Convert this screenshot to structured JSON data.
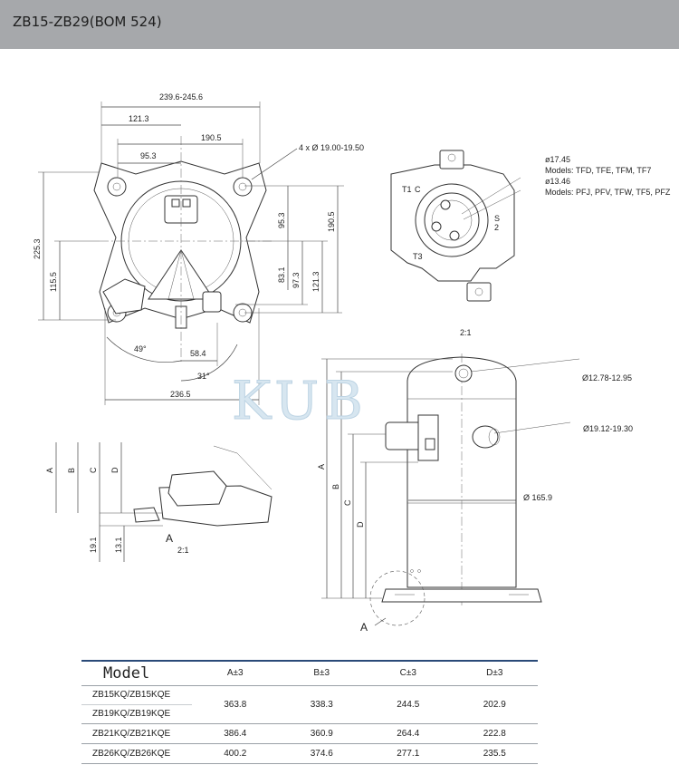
{
  "header": {
    "title": "ZB15-ZB29(BOM 524)"
  },
  "watermark": "KUB",
  "top_view": {
    "dims": [
      "239.6-245.6",
      "121.3",
      "190.5",
      "95.3",
      "4 x Ø 19.00-19.50",
      "225.3",
      "115.5",
      "95.3",
      "190.5",
      "83.1",
      "97.3",
      "121.3",
      "49°",
      "58.4",
      "31°",
      "236.5"
    ]
  },
  "side_view": {
    "dims": [
      "ø17.45",
      "Models: TFD, TFE, TFM, TF7",
      "ø13.46",
      "Models: PFJ, PFV, TFW, TF5, PFZ"
    ],
    "terminal_labels": [
      "T1",
      "C",
      "T3",
      "S",
      "2"
    ]
  },
  "front_view": {
    "scale": "2:1",
    "dims": [
      "Ø12.78-12.95",
      "Ø19.12-19.30",
      "Ø 165.9"
    ],
    "letters": [
      "A",
      "B",
      "C",
      "D"
    ],
    "detail_callout": "A"
  },
  "detail_view": {
    "letters": [
      "A",
      "B",
      "C",
      "D"
    ],
    "dims": [
      "19.1",
      "13.1"
    ],
    "label": "A",
    "scale": "2:1"
  },
  "table": {
    "headers": [
      "Model",
      "A±3",
      "B±3",
      "C±3",
      "D±3"
    ],
    "rows": [
      {
        "models": [
          "ZB15KQ/ZB15KQE",
          "ZB19KQ/ZB19KQE"
        ],
        "values": [
          "363.8",
          "338.3",
          "244.5",
          "202.9"
        ]
      },
      {
        "models": [
          "ZB21KQ/ZB21KQE"
        ],
        "values": [
          "386.4",
          "360.9",
          "264.4",
          "222.8"
        ]
      },
      {
        "models": [
          "ZB26KQ/ZB26KQE"
        ],
        "values": [
          "400.2",
          "374.6",
          "277.1",
          "235.5"
        ]
      }
    ]
  }
}
